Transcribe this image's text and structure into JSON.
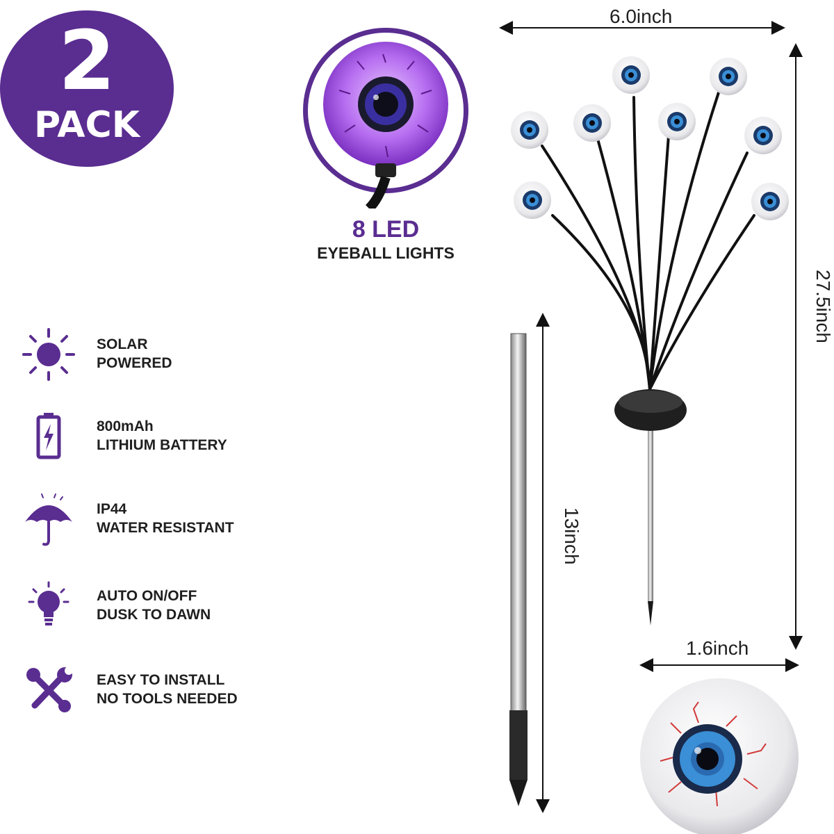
{
  "badge": {
    "number": "2",
    "label": "PACK"
  },
  "led": {
    "title": "8 LED",
    "subtitle": "EYEBALL LIGHTS"
  },
  "features": [
    {
      "icon": "sun-icon",
      "line1": "SOLAR",
      "line2": "POWERED"
    },
    {
      "icon": "battery-icon",
      "line1": "800mAh",
      "line2": "LITHIUM BATTERY"
    },
    {
      "icon": "umbrella-icon",
      "line1": "IP44",
      "line2": "WATER RESISTANT"
    },
    {
      "icon": "lightbulb-icon",
      "line1": "AUTO ON/OFF",
      "line2": "DUSK TO DAWN"
    },
    {
      "icon": "tools-icon",
      "line1": "EASY TO INSTALL",
      "line2": "NO TOOLS NEEDED"
    }
  ],
  "dimensions": {
    "width": "6.0inch",
    "height": "27.5inch",
    "stake": "13inch",
    "eyeball": "1.6inch"
  },
  "colors": {
    "brand": "#5a2d91",
    "text": "#1f1f1f",
    "iris": "#3a8fd6"
  }
}
